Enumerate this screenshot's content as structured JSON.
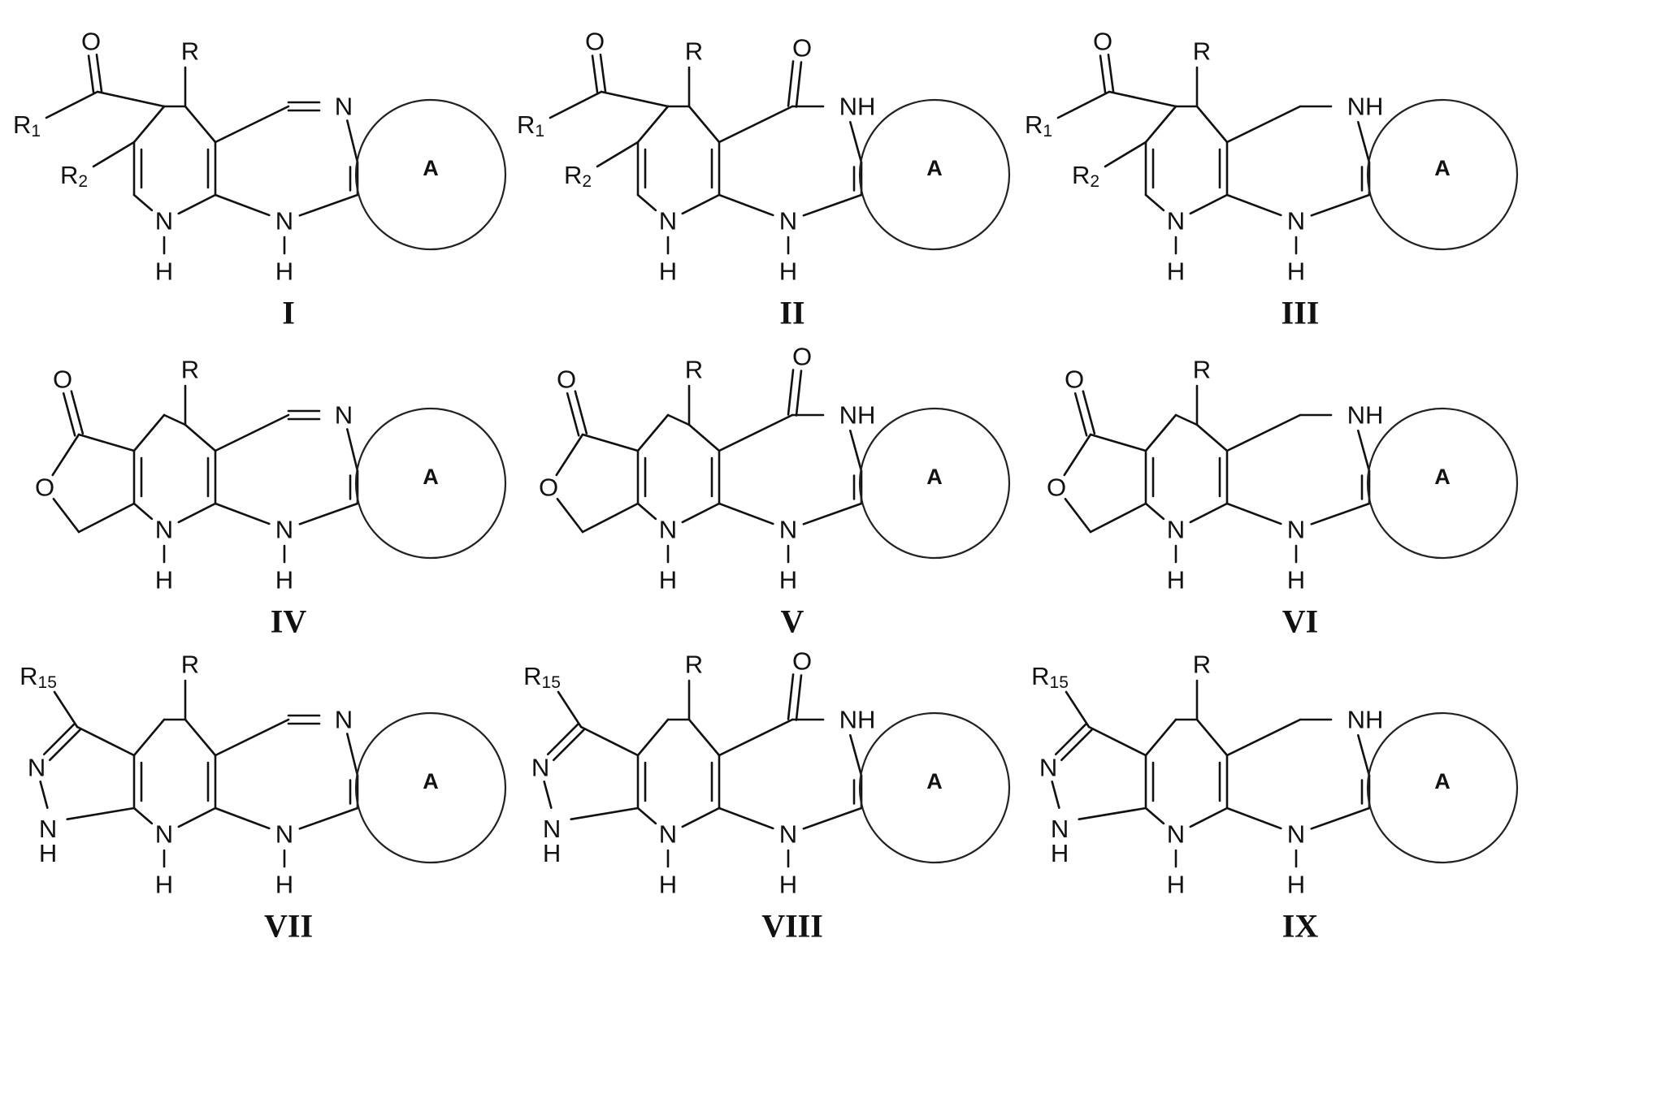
{
  "structures": [
    {
      "numeral": "I",
      "variant": "keto",
      "seven": "imine"
    },
    {
      "numeral": "II",
      "variant": "keto",
      "seven": "amide"
    },
    {
      "numeral": "III",
      "variant": "keto",
      "seven": "amine"
    },
    {
      "numeral": "IV",
      "variant": "furanone",
      "seven": "imine"
    },
    {
      "numeral": "V",
      "variant": "furanone",
      "seven": "amide"
    },
    {
      "numeral": "VI",
      "variant": "furanone",
      "seven": "amine"
    },
    {
      "numeral": "VII",
      "variant": "pyrazole",
      "seven": "imine"
    },
    {
      "numeral": "VIII",
      "variant": "pyrazole",
      "seven": "amide"
    },
    {
      "numeral": "IX",
      "variant": "pyrazole",
      "seven": "amine"
    }
  ],
  "labels": {
    "R": "R",
    "R1": "R",
    "R1_sub": "1",
    "R2": "R",
    "R2_sub": "2",
    "R15": "R",
    "R15_sub": "15",
    "O": "O",
    "N": "N",
    "NH": "NH",
    "H": "H",
    "ring": "A"
  }
}
